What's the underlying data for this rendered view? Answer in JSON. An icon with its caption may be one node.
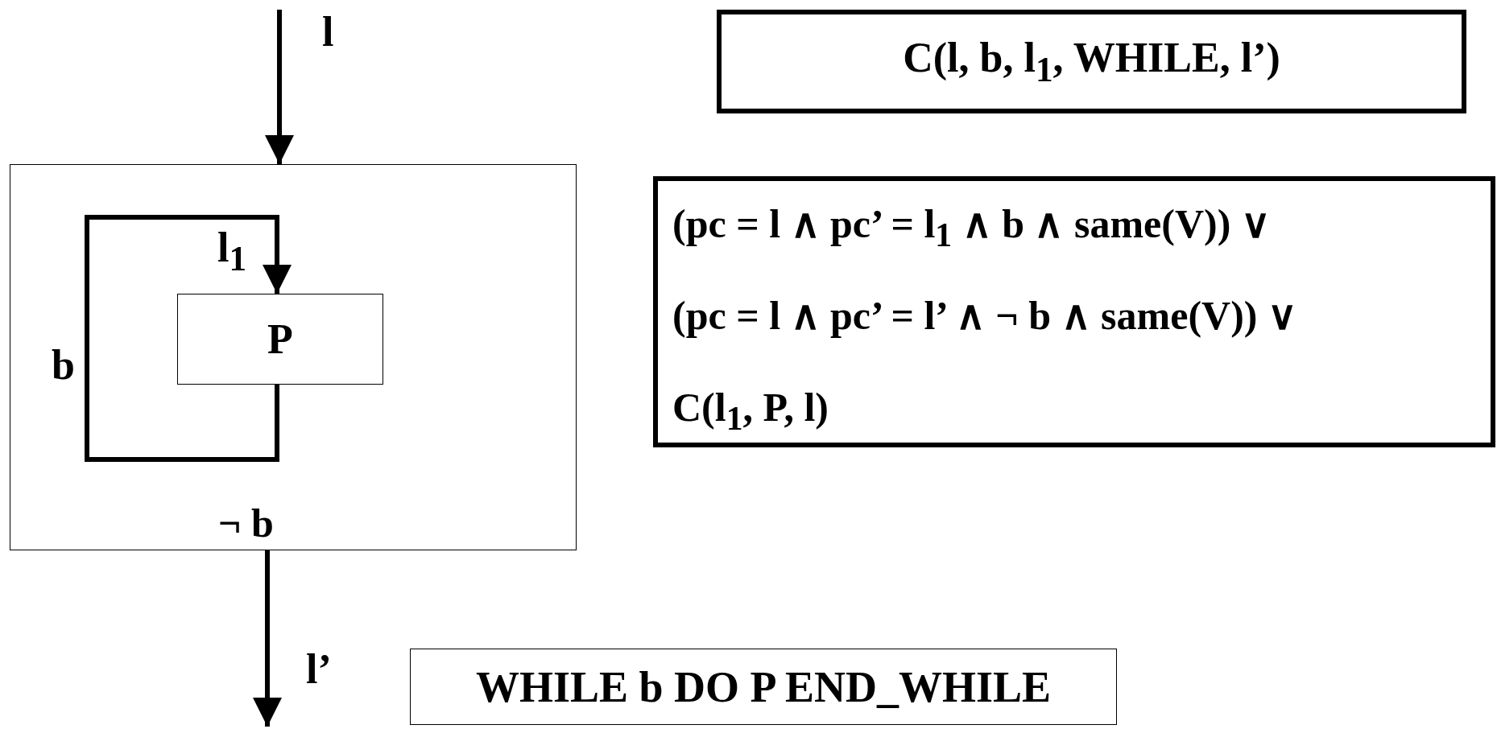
{
  "diagram": {
    "nodes": [
      {
        "text": [
          "¬ b"
        ]
      },
      {
        "text": [
          "P"
        ],
        "in": 0
      },
      {
        "text": [
          "C(l, b, l$_{1}$,  WHILE, l’)"
        ]
      },
      {
        "text": [
          "(pc = l  ∧  pc’ = l$_{1}$  ∧ b ∧ same(V)) ∨",
          "(pc = l  ∧  pc’ = l’ ∧ ¬ b ∧ same(V)) ∨",
          "C(l$_{1}$, P, l)"
        ]
      },
      {
        "text": [
          "WHILE b DO P END_WHILE"
        ]
      }
    ],
    "edges": [
      {
        "from": null,
        "to": 0,
        "arrow": "to",
        "label": "l"
      },
      {
        "from": 1,
        "to": 1,
        "arrow": "to",
        "label": "b"
      },
      {
        "from": 0,
        "to": null,
        "arrow": "to",
        "label": "l’"
      }
    ],
    "labels": [
      "l$_{1}$"
    ]
  }
}
